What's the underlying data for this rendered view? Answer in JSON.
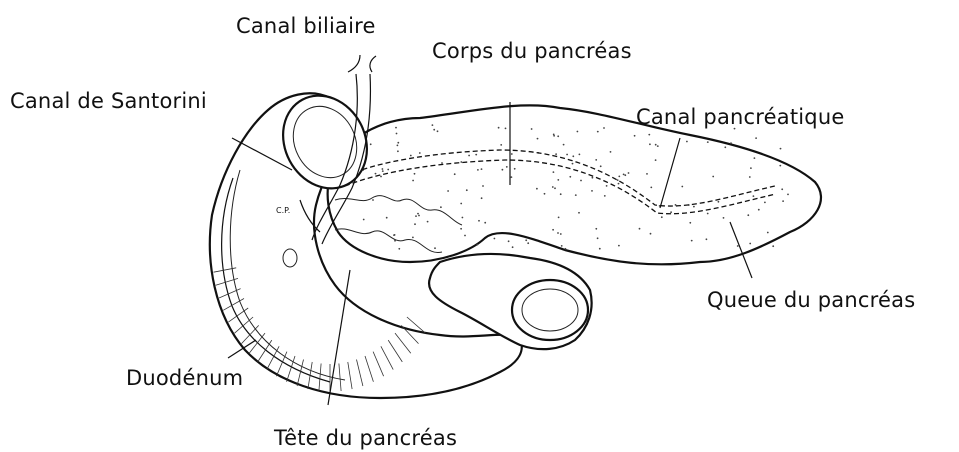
{
  "labels": {
    "canal_biliaire": "Canal biliaire",
    "corps": "Corps du pancréas",
    "santorini": "Canal de Santorini",
    "canal_pancreatique": "Canal pancréatique",
    "queue": "Queue du pancréas",
    "duodenum": "Duodénum",
    "tete": "Tête du pancréas"
  }
}
